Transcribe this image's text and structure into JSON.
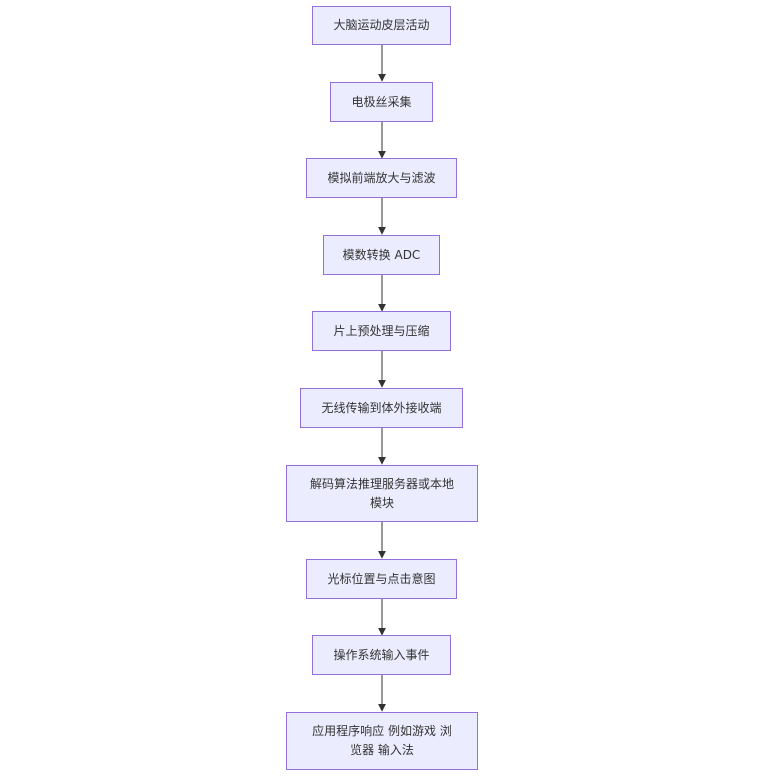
{
  "flowchart": {
    "nodes": [
      {
        "label": "大脑运动皮层活动"
      },
      {
        "label": "电极丝采集"
      },
      {
        "label": "模拟前端放大与滤波"
      },
      {
        "label": "模数转换 ADC"
      },
      {
        "label": "片上预处理与压缩"
      },
      {
        "label": "无线传输到体外接收端"
      },
      {
        "label": "解码算法推理服务器或本地模块"
      },
      {
        "label": "光标位置与点击意图"
      },
      {
        "label": "操作系统输入事件"
      },
      {
        "label": "应用程序响应 例如游戏 浏览器 输入法"
      }
    ]
  },
  "colors": {
    "node_fill": "#ECECFF",
    "node_border": "#9370DB",
    "node_text": "#333333",
    "edge": "#333333"
  }
}
